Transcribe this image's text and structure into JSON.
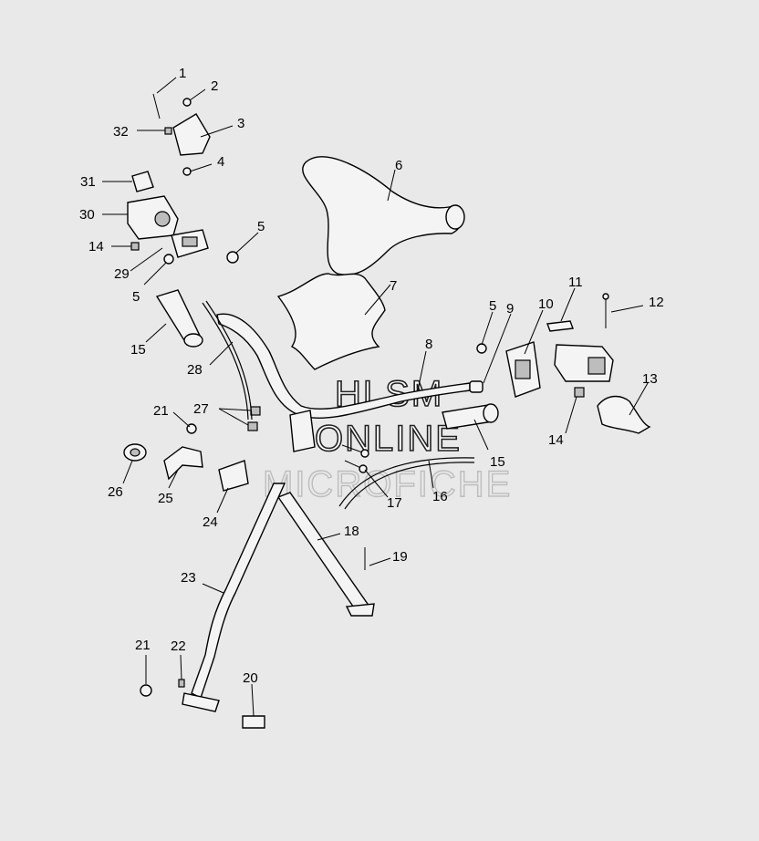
{
  "watermark": {
    "line1": "HLSM",
    "line2": "ONLINE",
    "line3": "MICROFICHE"
  },
  "callouts": {
    "c1": "1",
    "c2": "2",
    "c3": "3",
    "c4": "4",
    "c5a": "5",
    "c5b": "5",
    "c5c": "5",
    "c6": "6",
    "c7": "7",
    "c8": "8",
    "c9": "9",
    "c10": "10",
    "c11": "11",
    "c12": "12",
    "c13": "13",
    "c14a": "14",
    "c14b": "14",
    "c15a": "15",
    "c15b": "15",
    "c16": "16",
    "c17": "17",
    "c18": "18",
    "c19": "19",
    "c20": "20",
    "c21a": "21",
    "c21b": "21",
    "c22": "22",
    "c23": "23",
    "c24": "24",
    "c25": "25",
    "c26": "26",
    "c27": "27",
    "c28": "28",
    "c29": "29",
    "c30": "30",
    "c31": "31",
    "c32": "32"
  },
  "colors": {
    "background": "#e9e9e9",
    "line": "#000000",
    "part_fill": "#f4f4f4"
  }
}
